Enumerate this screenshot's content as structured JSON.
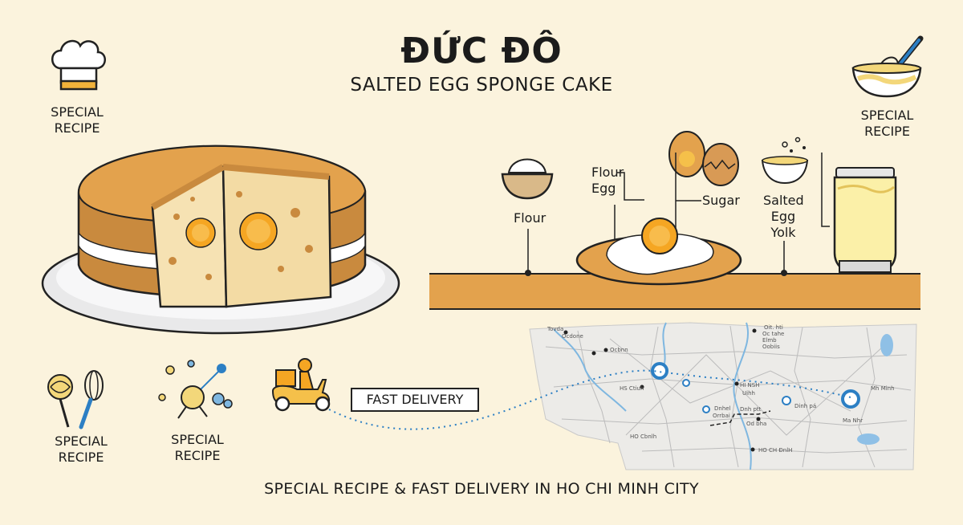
{
  "header": {
    "title": "ĐỨC ĐÔ",
    "subtitle": "SALTED EGG SPONGE CAKE"
  },
  "badges": {
    "top_left": {
      "line1": "SPECIAL",
      "line2": "RECIPE",
      "icon": "chef-hat-icon"
    },
    "top_right": {
      "line1": "SPECIAL",
      "line2": "RECIPE",
      "icon": "mixing-bowl-icon"
    },
    "bottom_left_1": {
      "line1": "SPECIAL",
      "line2": "RECIPE",
      "icon": "whisk-icon"
    },
    "bottom_left_2": {
      "line1": "SPECIAL",
      "line2": "RECIPE",
      "icon": "molecule-icon"
    }
  },
  "ingredients": {
    "flour": "Flour",
    "flour_egg_line1": "Flour",
    "flour_egg_line2": "Egg",
    "sugar": "Sugar",
    "salted_line1": "Salted",
    "salted_line2": "Egg",
    "salted_line3": "Yolk"
  },
  "delivery": {
    "label": "FAST DELIVERY"
  },
  "map": {
    "labels": [
      "Tovda",
      "Ocdone",
      "Ocbnn",
      "Oit. hti",
      "Oc tahe",
      "HS Ctiuh",
      "HI NSH",
      "Dnhel",
      "Orrbai",
      "Dnh ptt",
      "Dinh pá",
      "Mh Minh",
      "Ma Nhr",
      "HO Cbnlh",
      "HO CH ĐnlH",
      "Elmb",
      "Oobiis",
      "Uihh",
      "Od bha"
    ]
  },
  "footer": {
    "tagline": "SPECIAL RECIPE & FAST DELIVERY IN HO CHI MINH CITY"
  },
  "colors": {
    "background": "#fbf3dd",
    "cake_crust": "#c98a3e",
    "cake_crumb": "#f6e2b3",
    "yolk": "#f5a623",
    "accent_blue": "#2c7fc4",
    "map_bg": "#ecebe8"
  }
}
